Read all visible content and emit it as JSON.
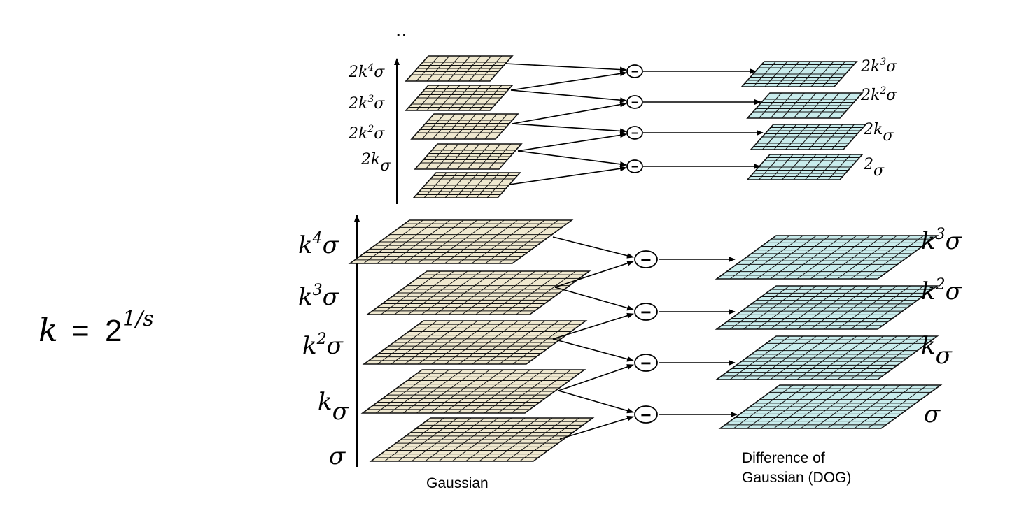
{
  "formula": {
    "lhs": "k",
    "eq": "=",
    "base": "2",
    "exponent": "1/s"
  },
  "ellipsis": "..",
  "top_octave": {
    "gaussian_scales": [
      {
        "c": "2",
        "v": "k",
        "e": "4",
        "s": "σ"
      },
      {
        "c": "2",
        "v": "k",
        "e": "3",
        "s": "σ"
      },
      {
        "c": "2",
        "v": "k",
        "e": "2",
        "s": "σ"
      },
      {
        "c": "2",
        "v": "k",
        "e": "",
        "s": "σ"
      }
    ],
    "dog_scales": [
      {
        "c": "2",
        "v": "k",
        "e": "3",
        "s": "σ"
      },
      {
        "c": "2",
        "v": "k",
        "e": "2",
        "s": "σ"
      },
      {
        "c": "2",
        "v": "k",
        "e": "",
        "s": "σ"
      },
      {
        "c": "2",
        "v": "",
        "e": "",
        "s": "σ"
      }
    ]
  },
  "bottom_octave": {
    "gaussian_scales": [
      {
        "c": "",
        "v": "k",
        "e": "4",
        "s": "σ"
      },
      {
        "c": "",
        "v": "k",
        "e": "3",
        "s": "σ"
      },
      {
        "c": "",
        "v": "k",
        "e": "2",
        "s": "σ"
      },
      {
        "c": "",
        "v": "k",
        "e": "",
        "s": "σ"
      },
      {
        "c": "",
        "v": "",
        "e": "",
        "s": "σ"
      }
    ],
    "dog_scales": [
      {
        "c": "",
        "v": "k",
        "e": "3",
        "s": "σ"
      },
      {
        "c": "",
        "v": "k",
        "e": "2",
        "s": "σ"
      },
      {
        "c": "",
        "v": "k",
        "e": "",
        "s": "σ"
      },
      {
        "c": "",
        "v": "",
        "e": "",
        "s": "σ"
      }
    ]
  },
  "labels": {
    "gaussian": "Gaussian",
    "dog_line1": "Difference of",
    "dog_line2": "Gaussian (DOG)"
  },
  "minus_symbol": "−",
  "colors": {
    "gaussian_fill": "#efe8cf",
    "dog_fill": "#c9ecec",
    "grid_line": "#111111"
  }
}
